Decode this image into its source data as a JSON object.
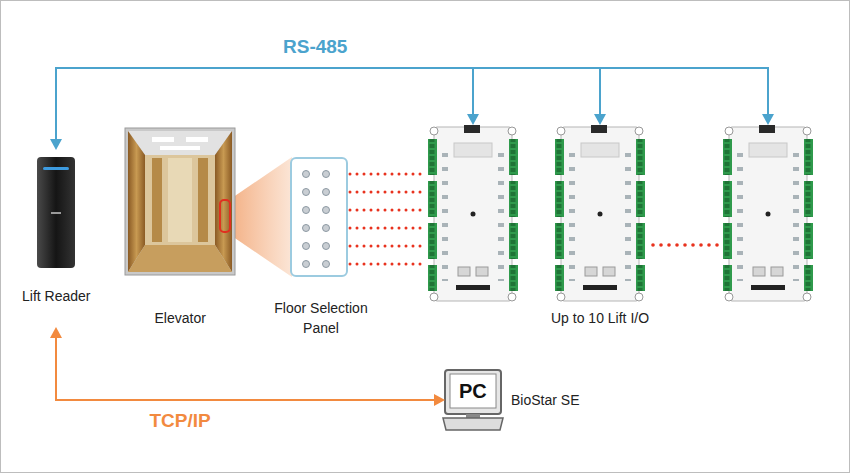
{
  "diagram": {
    "nodes": [
      {
        "text": [
          "Lift Reader"
        ]
      },
      {
        "text": [
          "Elevator"
        ]
      },
      {
        "text": [
          "Floor Selection Panel"
        ]
      },
      {
        "text": [
          "Up to 10 Lift I/O"
        ]
      },
      {
        "text": [
          "PC",
          "BioStar SE"
        ]
      }
    ],
    "edges": [
      {
        "from": 0,
        "to": 3,
        "arrow": "both",
        "label": "RS-485"
      },
      {
        "from": 0,
        "to": 4,
        "arrow": "both",
        "label": "TCP/IP"
      },
      {
        "from": 2,
        "to": 3,
        "arrow": "none"
      }
    ]
  }
}
